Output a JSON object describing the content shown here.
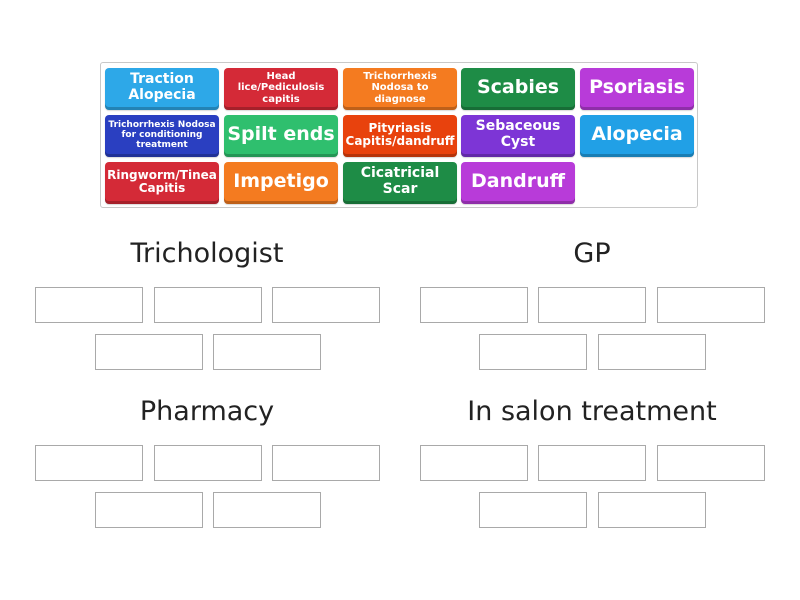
{
  "tiles": [
    {
      "label": "Traction\nAlopecia",
      "color": "#2da8e8"
    },
    {
      "label": "Head\nlice/Pediculosis\ncapitis",
      "color": "#d42a37"
    },
    {
      "label": "Trichorrhexis\nNodosa to diagnose",
      "color": "#f47b20"
    },
    {
      "label": "Scabies",
      "color": "#1e8c46"
    },
    {
      "label": "Psoriasis",
      "color": "#b83bd9"
    },
    {
      "label": "Trichorrhexis Nodosa\nfor conditioning\ntreatment",
      "color": "#2a3fc1"
    },
    {
      "label": "Spilt ends",
      "color": "#2fbf6e"
    },
    {
      "label": "Pityriasis\nCapitis/dandruff",
      "color": "#e8420d"
    },
    {
      "label": "Sebaceous\nCyst",
      "color": "#7d35d6"
    },
    {
      "label": "Alopecia",
      "color": "#21a0e6"
    },
    {
      "label": "Ringworm/Tinea\nCapitis",
      "color": "#d42a37"
    },
    {
      "label": "Impetigo",
      "color": "#f47b20"
    },
    {
      "label": "Cicatricial\nScar",
      "color": "#1e8c46"
    },
    {
      "label": "Dandruff",
      "color": "#b83bd9"
    }
  ],
  "groups": [
    {
      "title": "Trichologist"
    },
    {
      "title": "GP"
    },
    {
      "title": "Pharmacy"
    },
    {
      "title": "In salon treatment"
    }
  ]
}
